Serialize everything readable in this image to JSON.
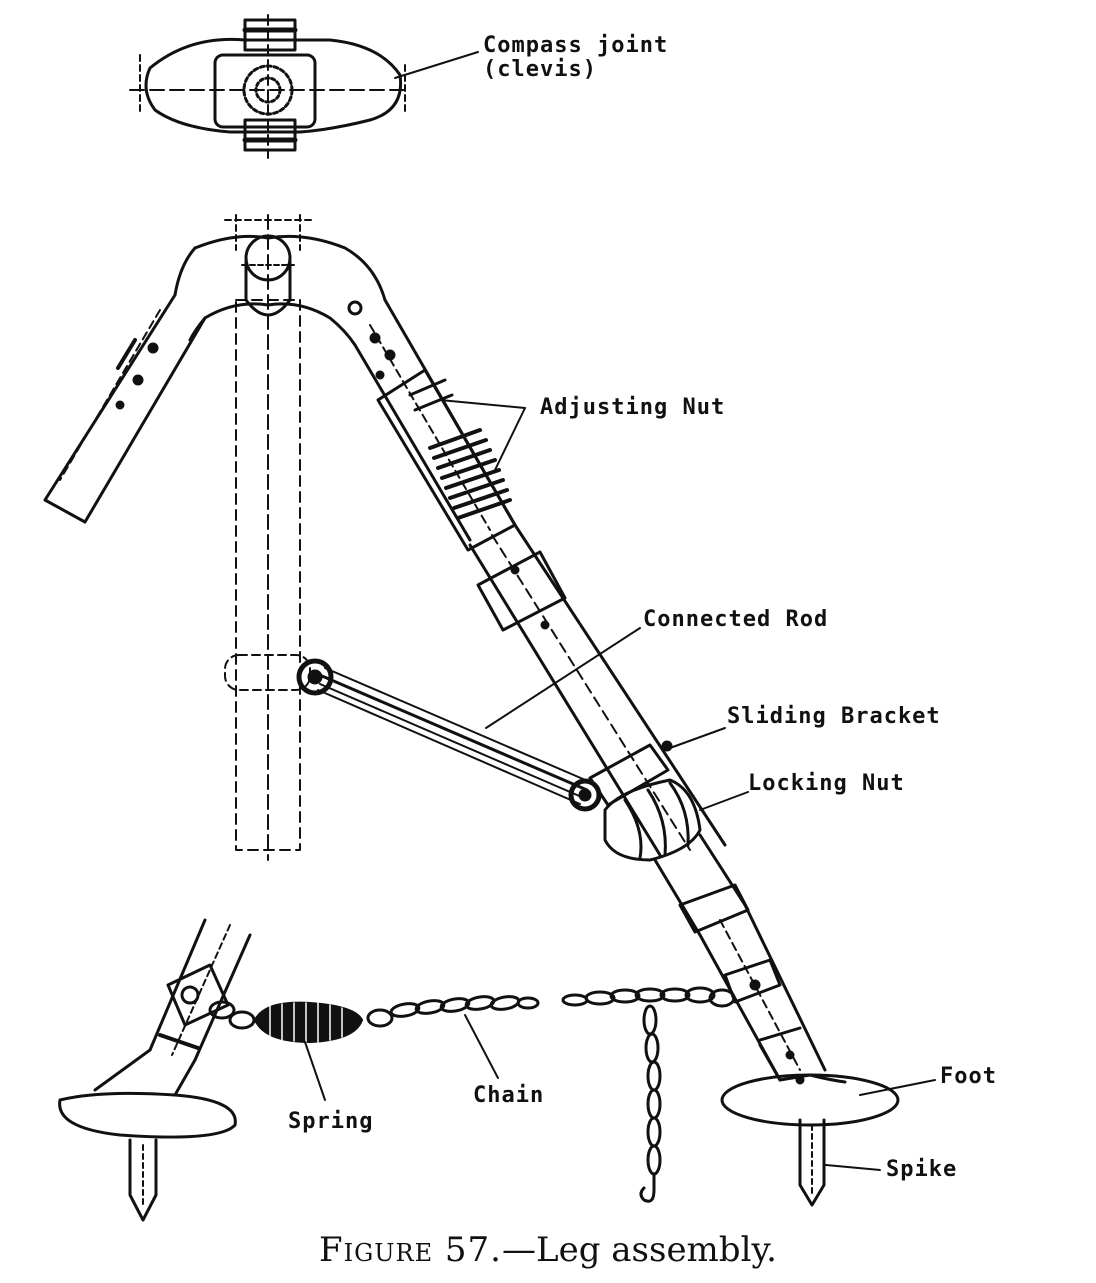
{
  "labels": {
    "compass_joint_line1": "Compass joint",
    "compass_joint_line2": "(clevis)",
    "adjusting_nut": "Adjusting Nut",
    "connected_rod": "Connected Rod",
    "sliding_bracket": "Sliding Bracket",
    "locking_nut": "Locking Nut",
    "foot": "Foot",
    "spike": "Spike",
    "spring": "Spring",
    "chain": "Chain"
  },
  "caption": {
    "figure": "Figure 57.",
    "title": "—Leg assembly."
  }
}
